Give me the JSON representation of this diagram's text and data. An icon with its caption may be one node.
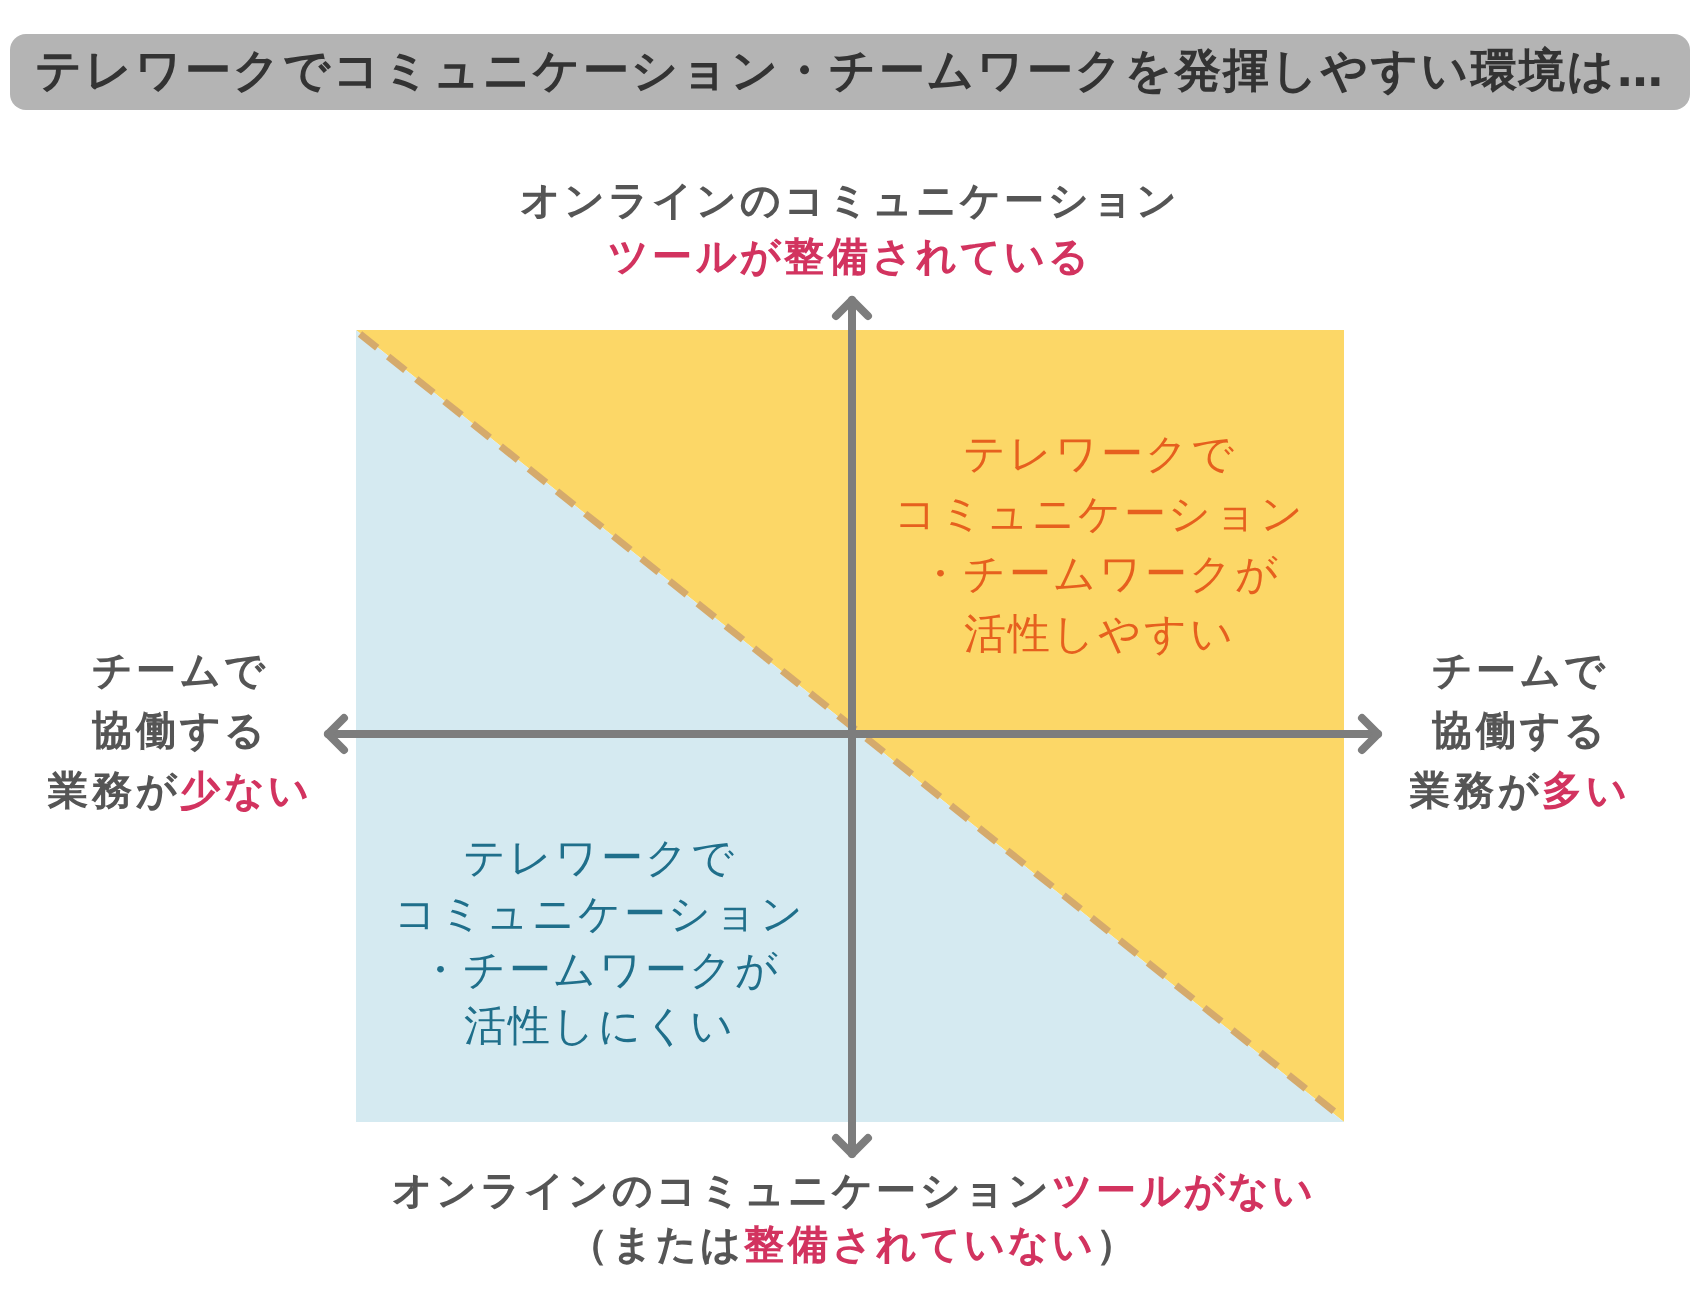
{
  "diagram": {
    "title": "テレワークでコミュニケーション・チームワークを発揮しやすい環境は…",
    "nodes": [
      {
        "text": [
          "テレワークでコミュニケーション・チームワークが活性しやすい"
        ]
      },
      {
        "text": [
          "テレワークでコミュニケーション・チームワークが活性しにくい"
        ]
      }
    ],
    "labels": [
      "オンラインのコミュニケーション**ツールが整備されている**",
      "チームで協働する業務が**少ない**",
      "チームで協働する業務が**多い**",
      "オンラインのコミュニケーション**ツールがない**（または**整備されていない**）"
    ]
  }
}
